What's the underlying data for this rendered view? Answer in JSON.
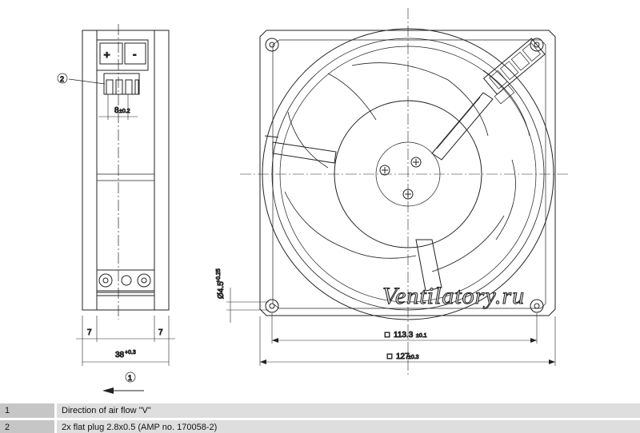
{
  "drawing": {
    "side_view": {
      "plus_symbol": "+",
      "minus_symbol": "-",
      "callout_plug": "2",
      "dim_plug_width": "8",
      "dim_plug_width_tol": "±0.2",
      "dim_flange_left": "7",
      "dim_flange_right": "7",
      "dim_depth": "38",
      "dim_depth_tol": "+0.3",
      "callout_airflow": "1"
    },
    "front_view": {
      "dim_hole_diameter": "Ø4.5",
      "dim_hole_diameter_tol": "+0.25",
      "dim_hole_spacing_prefix": "□",
      "dim_hole_spacing": "113.3",
      "dim_hole_spacing_tol": "±0.1",
      "dim_frame_size_prefix": "□",
      "dim_frame_size": "127",
      "dim_frame_size_tol": "±0.3"
    },
    "watermark": "Ventilatory.ru"
  },
  "legend": [
    {
      "number": "1",
      "text": "Direction of air flow \"V\""
    },
    {
      "number": "2",
      "text": "2x flat plug 2.8x0.5 (AMP no. 170058-2)"
    }
  ],
  "colors": {
    "line": "#222222",
    "legend_num_bg": "#c6c6c6",
    "legend_text_bg": "#dedede",
    "watermark": "#dcdcdc"
  }
}
